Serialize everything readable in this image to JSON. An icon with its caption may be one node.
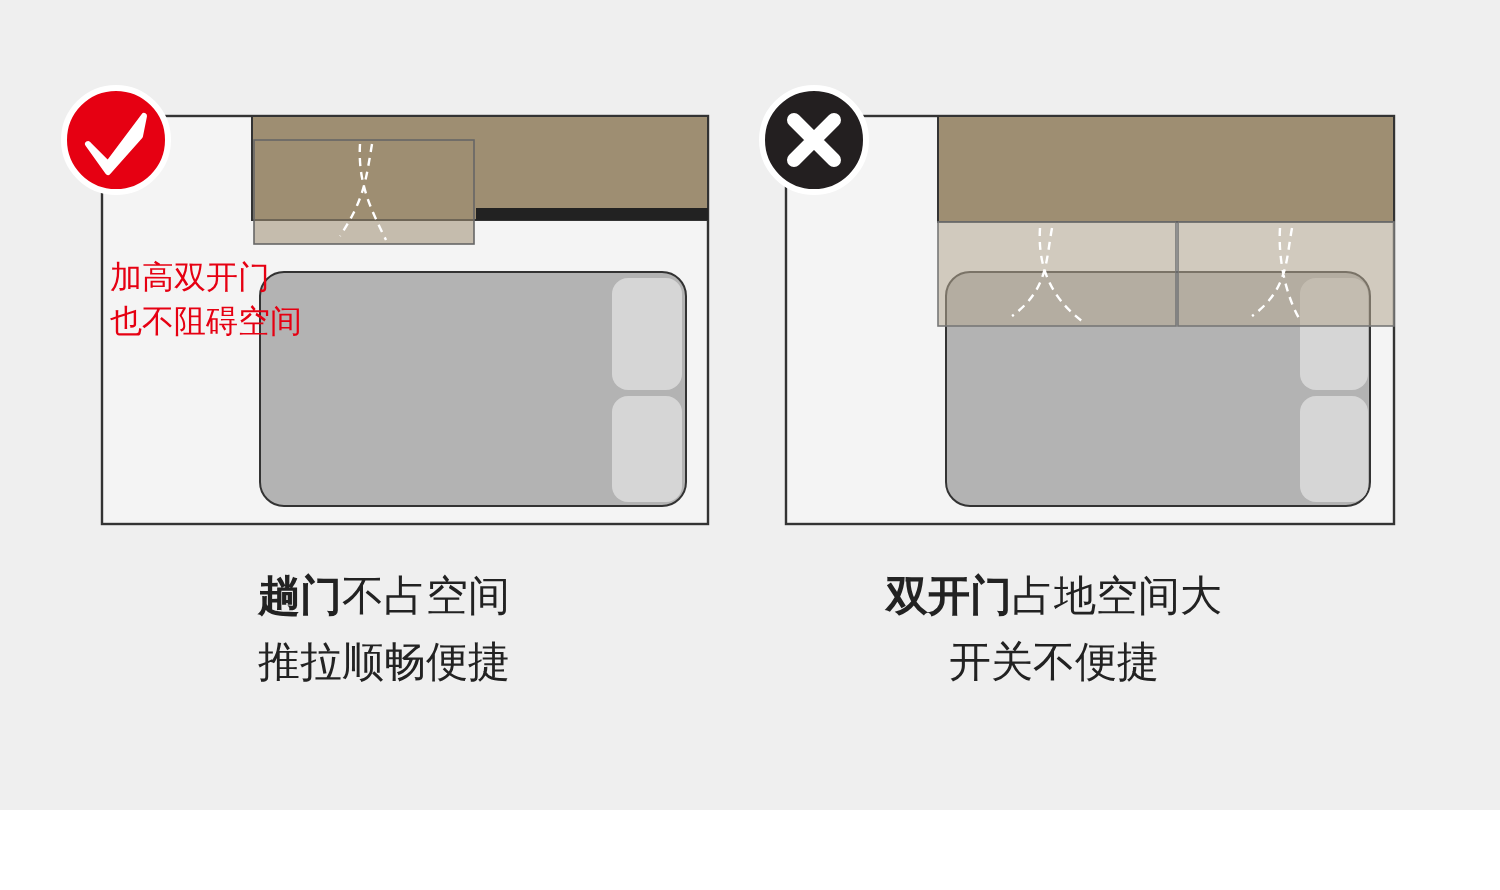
{
  "diagram": {
    "labels": [
      "加高双开门",
      "也不阻碍空间",
      "**趟门**不占空间",
      "推拉顺畅便捷",
      "**双开门**占地空间大",
      "开关不便捷"
    ]
  }
}
